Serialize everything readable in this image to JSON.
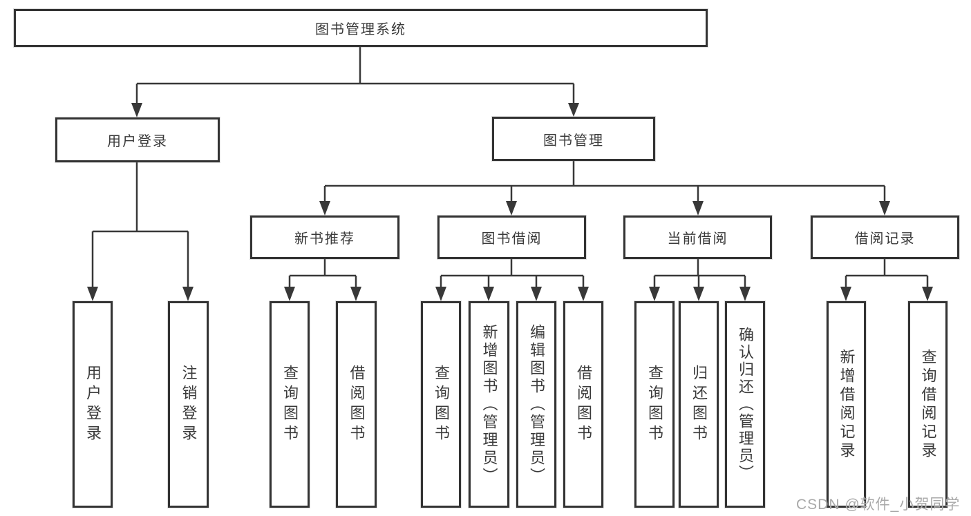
{
  "tree": {
    "label": "图书管理系统",
    "children": [
      {
        "label": "用户登录",
        "children": [
          {
            "label": "用户登录"
          },
          {
            "label": "注销登录"
          }
        ]
      },
      {
        "label": "图书管理",
        "children": [
          {
            "label": "新书推荐",
            "children": [
              {
                "label": "查询图书"
              },
              {
                "label": "借阅图书"
              }
            ]
          },
          {
            "label": "图书借阅",
            "children": [
              {
                "label": "查询图书"
              },
              {
                "label": "新增图书（管理员）"
              },
              {
                "label": "编辑图书（管理员）"
              },
              {
                "label": "借阅图书"
              }
            ]
          },
          {
            "label": "当前借阅",
            "children": [
              {
                "label": "查询图书"
              },
              {
                "label": "归还图书"
              },
              {
                "label": "确认归还（管理员）"
              }
            ]
          },
          {
            "label": "借阅记录",
            "children": [
              {
                "label": "新增借阅记录"
              },
              {
                "label": "查询借阅记录"
              }
            ]
          }
        ]
      }
    ]
  },
  "watermark": "CSDN @软件_小贺同学",
  "colors": {
    "line": "#383838",
    "border": "#333333",
    "text": "#3a3a3a",
    "watermark": "#a8a8a8",
    "background": "#ffffff"
  }
}
